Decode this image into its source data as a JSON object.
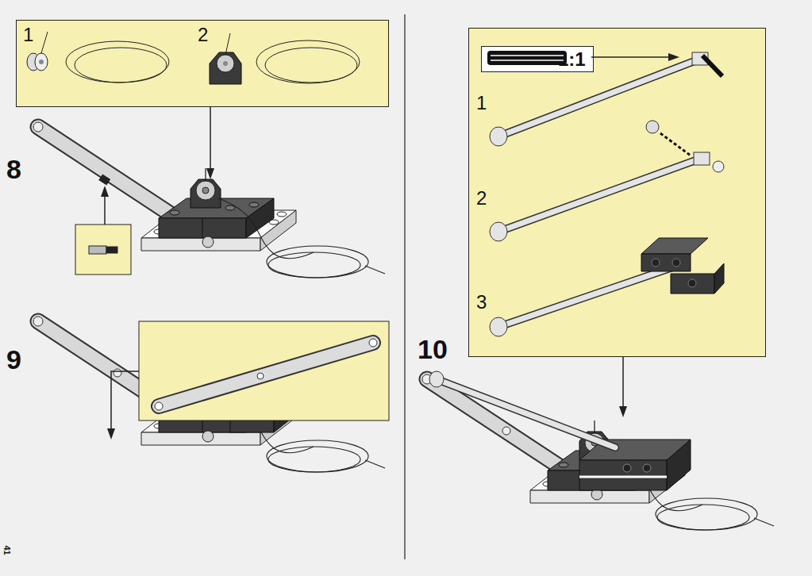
{
  "diagram": {
    "nodes": [
      {
        "text": [
          "1",
          "2"
        ]
      },
      {
        "text": [
          "1",
          "2",
          "3"
        ]
      },
      {
        "text": [
          "1:1"
        ],
        "in": 1
      }
    ],
    "labels": [
      "8",
      "9",
      "10",
      "41"
    ]
  }
}
